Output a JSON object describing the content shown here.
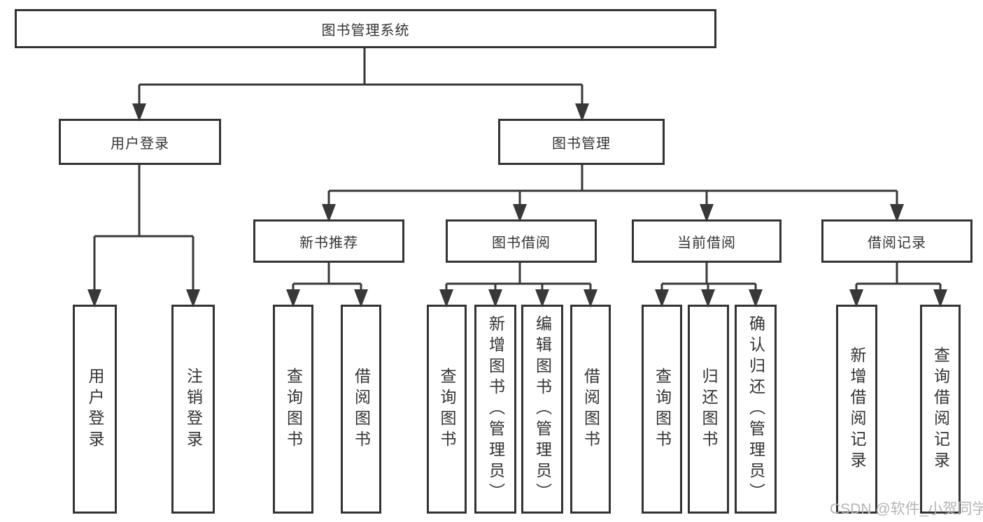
{
  "diagram": {
    "root": {
      "label": "图书管理系统"
    },
    "level2": [
      {
        "label": "用户登录",
        "children": [
          {
            "label": "用户登录"
          },
          {
            "label": "注销登录"
          }
        ]
      },
      {
        "label": "图书管理",
        "children": [
          {
            "label": "新书推荐",
            "children": [
              {
                "label": "查询图书"
              },
              {
                "label": "借阅图书"
              }
            ]
          },
          {
            "label": "图书借阅",
            "children": [
              {
                "label": "查询图书"
              },
              {
                "label": "新增图书（管理员）"
              },
              {
                "label": "编辑图书（管理员）"
              },
              {
                "label": "借阅图书"
              }
            ]
          },
          {
            "label": "当前借阅",
            "children": [
              {
                "label": "查询图书"
              },
              {
                "label": "归还图书"
              },
              {
                "label": "确认归还（管理员）"
              }
            ]
          },
          {
            "label": "借阅记录",
            "children": [
              {
                "label": "新增借阅记录"
              },
              {
                "label": "查询借阅记录"
              }
            ]
          }
        ]
      }
    ]
  },
  "watermark": {
    "text": "CSDN @软件_小贺同学"
  },
  "colors": {
    "line": "#383838",
    "box_border": "#333333",
    "text": "#333333",
    "watermark": "#b5b5b5",
    "background": "#ffffff"
  }
}
